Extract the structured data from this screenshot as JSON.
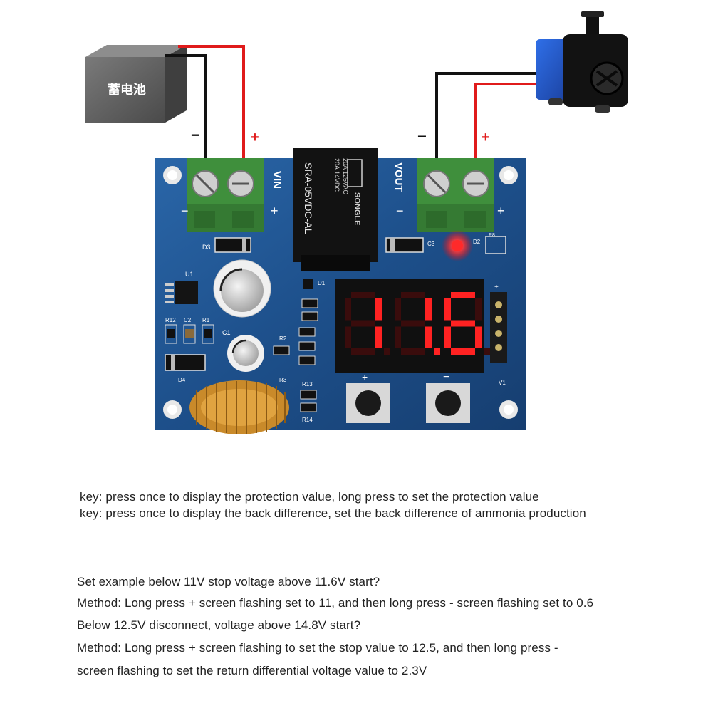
{
  "battery": {
    "label": "蓄电池",
    "minus": "−",
    "plus": "+"
  },
  "pump": {
    "minus": "−",
    "plus": "+"
  },
  "board": {
    "vin_label": "VIN",
    "vout_label": "VOUT",
    "in_minus": "−",
    "in_plus": "+",
    "out_minus": "−",
    "out_plus": "+",
    "relay": {
      "model": "SRA-05VDC-AL",
      "brand": "SONGLE",
      "line1": "20A 14VDC",
      "line2": "20A 125VAC"
    },
    "display_value": "11.6",
    "btn_plus": "+",
    "btn_minus": "−",
    "component_labels": {
      "d3": "D3",
      "d4": "D4",
      "u1": "U1",
      "r1": "R1",
      "r2": "R2",
      "r3": "R3",
      "r12": "R12",
      "r13": "R13",
      "r14": "R14",
      "c1": "C1",
      "c2": "C2",
      "c3": "C3",
      "d1": "D1",
      "d2": "D2",
      "r8": "R8",
      "v1": "V1"
    },
    "led_color": "#ff2a2a",
    "pcb_color": "#1d4f8a",
    "terminal_color": "#3f8f3c"
  },
  "wire_colors": {
    "positive": "#e01b1b",
    "negative": "#111111"
  },
  "key_notes": [
    "key: press once to display the protection value, long press to set the protection value",
    "key: press once to display the back difference, set the back difference of ammonia production"
  ],
  "example_lines": [
    "Set example below 11V stop voltage above 11.6V start?",
    "Method: Long press + screen flashing set to 11, and then long press - screen flashing set to 0.6",
    "Below 12.5V disconnect, voltage above 14.8V start?",
    "Method: Long press + screen flashing to set the stop value to 12.5, and then long press -",
    "screen flashing to set the return differential voltage value to 2.3V"
  ]
}
